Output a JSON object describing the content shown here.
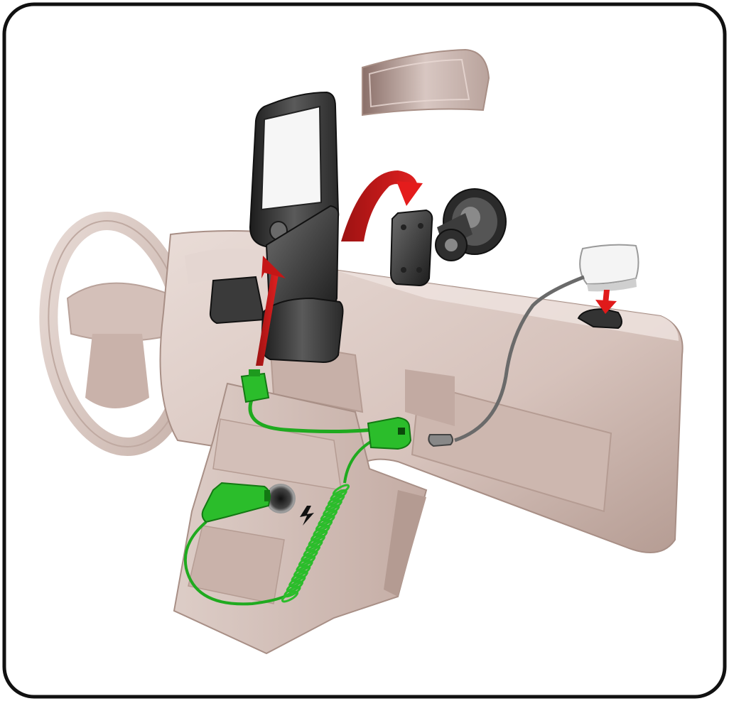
{
  "diagram": {
    "components": [
      {
        "id": "steering-wheel"
      },
      {
        "id": "dashboard"
      },
      {
        "id": "center-console"
      },
      {
        "id": "rear-view-mirror"
      },
      {
        "id": "navigation-device"
      },
      {
        "id": "device-cradle"
      },
      {
        "id": "mount-bracket"
      },
      {
        "id": "suction-cup-mount"
      },
      {
        "id": "gps-antenna"
      },
      {
        "id": "antenna-pad"
      },
      {
        "id": "cable-connector"
      },
      {
        "id": "cable-splitter"
      },
      {
        "id": "coiled-power-cable"
      },
      {
        "id": "car-charger-plug"
      },
      {
        "id": "power-socket"
      },
      {
        "id": "power-symbol"
      }
    ],
    "colors": {
      "frame_stroke": "#111111",
      "dashboard": "#d9c7c1",
      "dashboard_shadow": "#b9a29a",
      "device_body": "#3a3a3a",
      "device_screen": "#f4f4f4",
      "cable_green": "#2bbd2b",
      "arrow_red": "#d81818",
      "arrow_dark_red": "#a81414"
    }
  }
}
